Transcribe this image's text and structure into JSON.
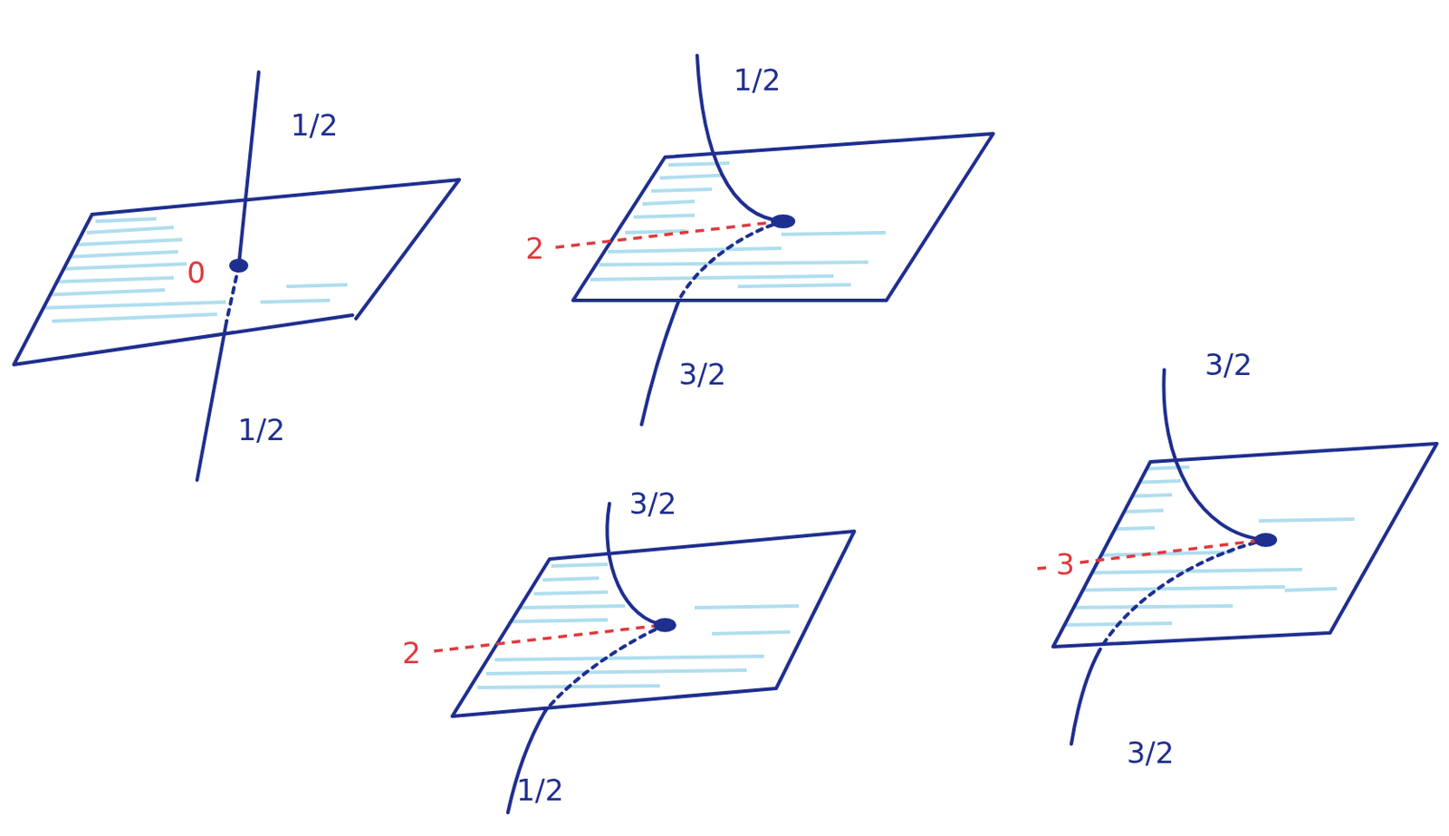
{
  "diagram": {
    "labels": [
      "1/2",
      "0",
      "1/2",
      "1/2",
      "2",
      "3/2",
      "3/2",
      "2",
      "1/2",
      "3/2",
      "3",
      "3/2"
    ]
  }
}
